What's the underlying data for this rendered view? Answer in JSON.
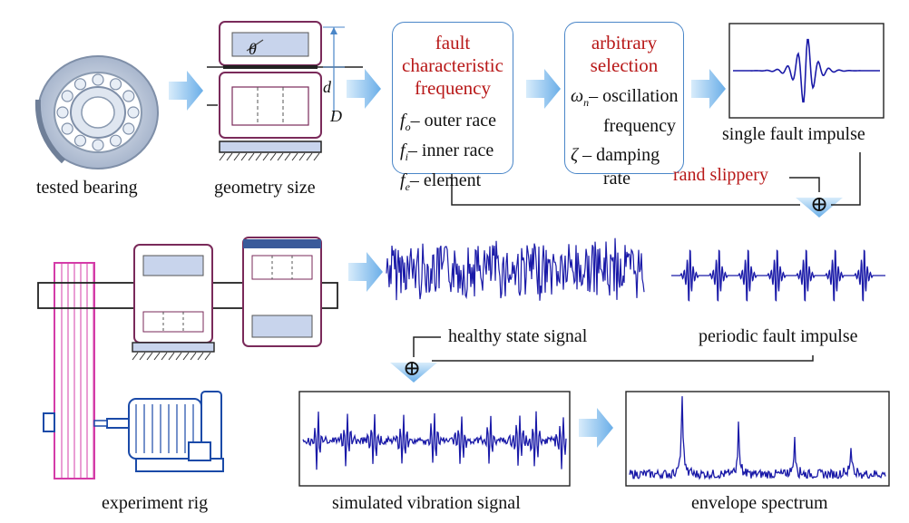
{
  "labels": {
    "tested_bearing": "tested bearing",
    "geometry_size": "geometry size",
    "single_fault_impulse": "single fault impulse",
    "rand_slippery": "rand slippery",
    "healthy_state_signal": "healthy state signal",
    "periodic_fault_impulse": "periodic fault impulse",
    "experiment_rig": "experiment rig",
    "simulated_vibration_signal": "simulated vibration signal",
    "envelope_spectrum": "envelope spectrum"
  },
  "geometry": {
    "theta": "θ",
    "d": "d",
    "D": "D"
  },
  "fault_box": {
    "title": [
      "fault",
      "characteristic",
      "frequency"
    ],
    "items": [
      {
        "sym": "f",
        "sub": "o",
        "text": "– outer race"
      },
      {
        "sym": "f",
        "sub": "i",
        "text": "– inner race"
      },
      {
        "sym": "f",
        "sub": "e",
        "text": "– element"
      }
    ]
  },
  "arb_box": {
    "title": [
      "arbitrary",
      "selection"
    ],
    "items": [
      {
        "sym": "ω",
        "sub": "n",
        "text": "– oscillation",
        "cont": "frequency"
      },
      {
        "sym": "ζ",
        "sub": "",
        "text": " – damping",
        "cont": "rate"
      }
    ]
  },
  "operators": {
    "sum": "⊕"
  },
  "colors": {
    "signal": "#1a1aa8",
    "box_border": "#4a86c8",
    "annotation": "#b81818",
    "bearing_outline": "#7a2a5a",
    "belt": "#d43ca8",
    "bearing_fill": "#c8d4ec"
  }
}
